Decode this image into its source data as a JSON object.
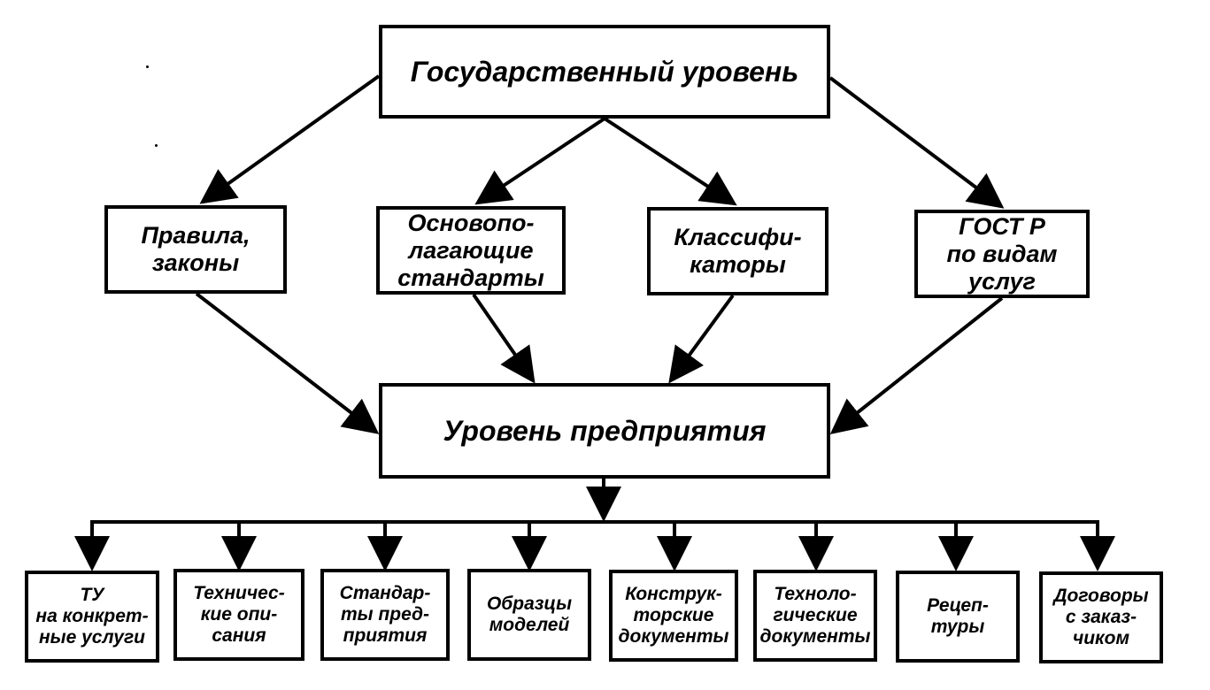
{
  "top": {
    "label": "Государственный уровень"
  },
  "level2": [
    {
      "label": "Правила,\nзаконы"
    },
    {
      "label": "Основопо-\nлагающие\nстандарты"
    },
    {
      "label": "Классифи-\nкаторы"
    },
    {
      "label": "ГОСТ Р\nпо видам\nуслуг"
    }
  ],
  "enterprise": {
    "label": "Уровень предприятия"
  },
  "level4": [
    {
      "label": "ТУ\nна конкрет-\nные  услуги"
    },
    {
      "label": "Техничес-\nкие опи-\nсания"
    },
    {
      "label": "Стандар-\nты пред-\nприятия"
    },
    {
      "label": "Образцы\nмоделей"
    },
    {
      "label": "Конструк-\nторские\nдокументы"
    },
    {
      "label": "Техноло-\nгические\nдокументы"
    },
    {
      "label": "Рецеп-\nтуры"
    },
    {
      "label": "Договоры\nс заказ-\nчиком"
    }
  ]
}
